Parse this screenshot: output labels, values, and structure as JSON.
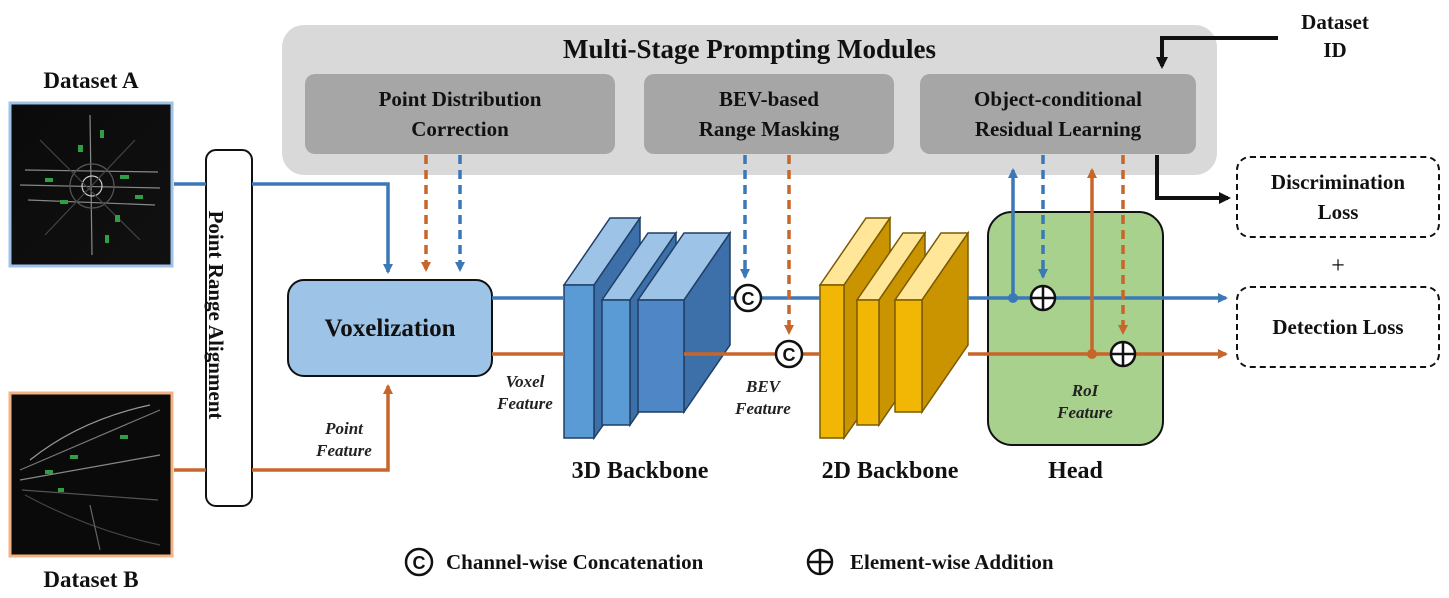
{
  "title": "Multi-Stage Prompting Modules",
  "modules": [
    {
      "label": "Point Distribution\nCorrection"
    },
    {
      "label": "BEV-based\nRange Masking"
    },
    {
      "label": "Object-conditional\nResidual Learning"
    }
  ],
  "dataset_id": "Dataset\nID",
  "dataset_a": "Dataset A",
  "dataset_b": "Dataset B",
  "point_range_alignment": "Point Range Alignment",
  "voxelization": "Voxelization",
  "voxel_feature": "Voxel\nFeature",
  "point_feature": "Point\nFeature",
  "bev_feature": "BEV\nFeature",
  "roi_feature": "RoI\nFeature",
  "backbone_3d": "3D Backbone",
  "backbone_2d": "2D Backbone",
  "head": "Head",
  "discrimination_loss": "Discrimination\nLoss",
  "plus": "+",
  "detection_loss": "Detection Loss",
  "legend": {
    "concat_symbol": "C",
    "concat_label": "Channel-wise Concatenation",
    "add_label": "Element-wise Addition"
  },
  "colors": {
    "blue_stream": "#3a78b8",
    "orange_stream": "#c8662a",
    "module_panel": "#d9d9d9",
    "module_box": "#a6a6a6",
    "voxel_box": "#9dc3e6",
    "head_box": "#a9d18e",
    "backbone_3d": "#4f86c6",
    "backbone_2d": "#f2b705"
  }
}
